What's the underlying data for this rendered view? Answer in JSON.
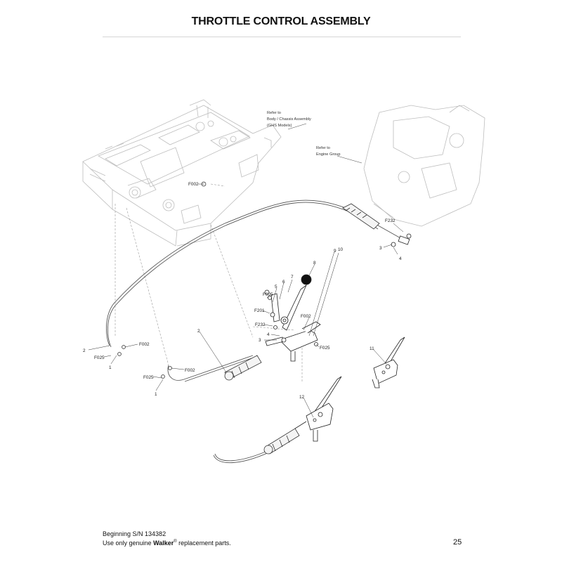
{
  "page": {
    "title": "THROTTLE CONTROL ASSEMBLY",
    "page_number": "25"
  },
  "footer": {
    "serial_line": "Beginning S/N 134382",
    "use_prefix": "Use only genuine ",
    "brand": "Walker",
    "registered": "®",
    "use_suffix": " replacement parts."
  },
  "notes": {
    "body_ref": [
      "Refer to",
      "Body / Chassis Assembly",
      "(GHS Models)"
    ],
    "engine_ref": [
      "Refer to",
      "Engine Group"
    ]
  },
  "callouts": {
    "f002_body": "F002",
    "f232_engine": "F232",
    "c3_engine": "3",
    "c4_engine": "4",
    "c8": "8",
    "c9": "9",
    "c10": "10",
    "c7": "7",
    "c6": "6",
    "c5": "5",
    "f005": "F005",
    "f201": "F201",
    "f232_mid": "F232",
    "c4_mid": "4",
    "c3_mid": "3",
    "f002_mid": "F002",
    "f025_mid": "F025",
    "c2_left": "2",
    "f025_left": "F025",
    "c1_left": "1",
    "f002_left": "F002",
    "c2_cable": "2",
    "f002_lower": "F002",
    "f025_lower": "F025",
    "c1_lower": "1",
    "c11": "11",
    "c12": "12"
  }
}
